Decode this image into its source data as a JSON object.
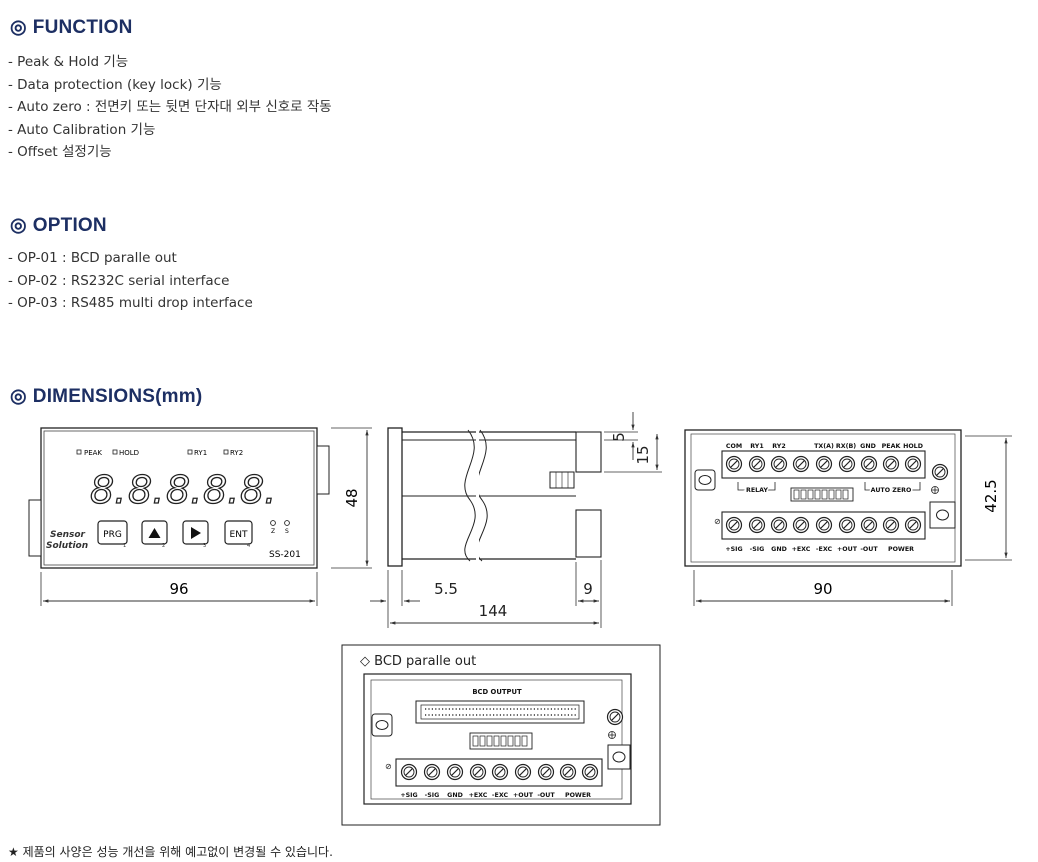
{
  "function": {
    "marker": "◎",
    "title": "FUNCTION",
    "items": [
      "- Peak & Hold 기능",
      "- Data protection (key lock) 기능",
      "- Auto zero : 전면키 또는 뒷면 단자대 외부 신호로 작동",
      "- Auto Calibration 기능",
      "- Offset 설정기능"
    ]
  },
  "option": {
    "marker": "◎",
    "title": "OPTION",
    "items": [
      "- OP-01 : BCD paralle out",
      "- OP-02 : RS232C serial interface",
      "- OP-03 : RS485 multi drop interface"
    ]
  },
  "dimensions": {
    "marker": "◎",
    "title": "DIMENSIONS(mm)",
    "front": {
      "leds": [
        "PEAK",
        "HOLD",
        "RY1",
        "RY2"
      ],
      "digits": [
        "8.",
        "8.",
        "8.",
        "8.",
        "8."
      ],
      "keys": [
        "PRG",
        "▲",
        "▶",
        "ENT"
      ],
      "key_numbers": [
        "1",
        "2",
        "3",
        "4"
      ],
      "side_labels": [
        "Z",
        "S"
      ],
      "logo_line1": "Sensor",
      "logo_line2": "Solution",
      "model": "SS-201",
      "dim_width": "96",
      "dim_height": "48"
    },
    "side": {
      "dim_5": "5",
      "dim_15": "15",
      "dim_5_5": "5.5",
      "dim_9": "9",
      "dim_144": "144"
    },
    "rear": {
      "top_terminals": [
        "COM",
        "RY1",
        "RY2",
        "TX(A)",
        "RX(B)",
        "GND",
        "PEAK",
        "HOLD"
      ],
      "bottom_terminals": [
        "+SIG",
        "-SIG",
        "GND",
        "+EXC",
        "-EXC",
        "+OUT",
        "-OUT",
        "POWER"
      ],
      "group_relay": "RELAY",
      "group_auto_zero": "AUTO ZERO",
      "dim_width": "90",
      "dim_height": "42.5"
    },
    "bcd": {
      "title": "◇  BCD paralle out",
      "connector_label": "BCD OUTPUT",
      "bottom_terminals": [
        "+SIG",
        "-SIG",
        "GND",
        "+EXC",
        "-EXC",
        "+OUT",
        "-OUT",
        "POWER"
      ]
    }
  },
  "footnote": "★ 제품의 사양은 성능 개선을 위해 예고없이 변경될 수 있습니다."
}
